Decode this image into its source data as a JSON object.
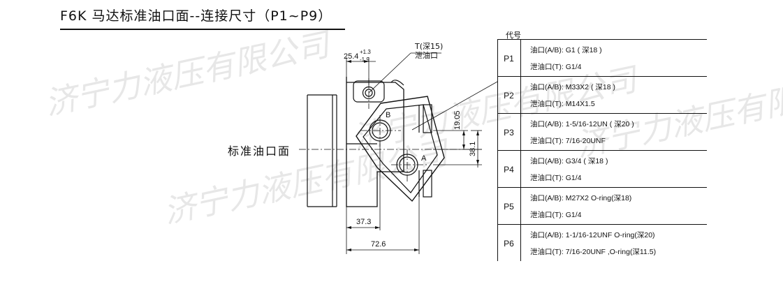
{
  "title": "F6K 马达标准油口面--连接尺寸（P1~P9）",
  "watermark": "济宁力液压有限公司",
  "face_label": "标准油口面",
  "drain_port_label": {
    "line1": "T(深15)",
    "line2": "泄油口"
  },
  "port_labels": {
    "a": "A",
    "b": "B"
  },
  "dimensions": {
    "d_25_4": "25.4",
    "tol_plus": "+1.3",
    "tol_minus": "-1.9",
    "d_19_05": "19.05",
    "d_38_1": "38.1",
    "d_37_3": "37.3",
    "d_72_6": "72.6"
  },
  "table": {
    "header": "代号",
    "rows": [
      {
        "code": "P1",
        "main": "油口(A/B): G1 ( 深18 )",
        "drain": "泄油口(T): G1/4"
      },
      {
        "code": "P2",
        "main": "油口(A/B): M33X2 ( 深18 )",
        "drain": "泄油口(T): M14X1.5"
      },
      {
        "code": "P3",
        "main": "油口(A/B): 1-5/16-12UN ( 深20 )",
        "drain": "泄油口(T): 7/16-20UNF"
      },
      {
        "code": "P4",
        "main": "油口(A/B): G3/4 ( 深18 )",
        "drain": "泄油口(T): G1/4"
      },
      {
        "code": "P5",
        "main": "油口(A/B): M27X2 O-ring(深18)",
        "drain": "泄油口(T): G1/4"
      },
      {
        "code": "P6",
        "main": "油口(A/B): 1-1/16-12UNF O-ring(深20)",
        "drain": "泄油口(T): 7/16-20UNF ,O-ring(深11.5)"
      }
    ]
  }
}
